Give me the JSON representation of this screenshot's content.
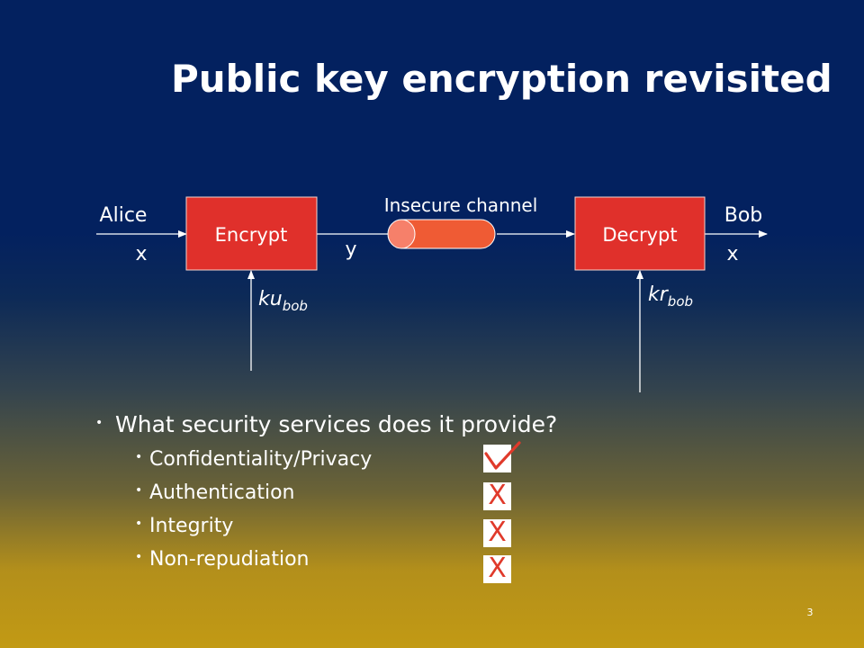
{
  "slide": {
    "title": "Public key encryption revisited",
    "page_number": "3"
  },
  "diagram": {
    "sender_label": "Alice",
    "receiver_label": "Bob",
    "plaintext_in": "x",
    "plaintext_out": "x",
    "ciphertext": "y",
    "encrypt_label": "Encrypt",
    "decrypt_label": "Decrypt",
    "channel_label": "Insecure channel",
    "encrypt_key": {
      "base": "ku",
      "sub": "bob"
    },
    "decrypt_key": {
      "base": "kr",
      "sub": "bob"
    },
    "colors": {
      "box_fill": "#e0302b",
      "box_border": "#f2d2cc",
      "channel": "#ef5b34",
      "channel_cap": "#f6806a"
    }
  },
  "question": {
    "text": "What security services does it provide?",
    "services": [
      {
        "label": "Confidentiality/Privacy",
        "status": "check",
        "mark": "✓"
      },
      {
        "label": "Authentication",
        "status": "cross",
        "mark": "X"
      },
      {
        "label": "Integrity",
        "status": "cross",
        "mark": "X"
      },
      {
        "label": "Non-repudiation",
        "status": "cross",
        "mark": "X"
      }
    ]
  }
}
